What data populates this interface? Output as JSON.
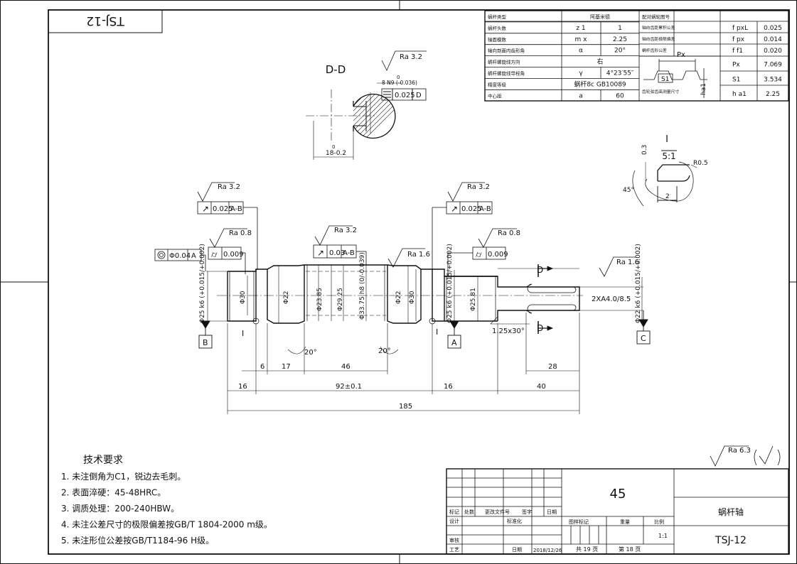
{
  "drawing_no": "TSJ-12",
  "drawing_no_mirrored": "TSJ-12",
  "params": {
    "rows": [
      {
        "label": "蜗杆类型",
        "sym": "",
        "val": "阿基米德",
        "spans": true
      },
      {
        "label": "蜗杆头数",
        "sym": "z 1",
        "val": "1"
      },
      {
        "label": "轴面模数",
        "sym": "m x",
        "val": "2.25"
      },
      {
        "label": "轴向剖面内齿形角",
        "sym": "α",
        "val": "20°"
      },
      {
        "label": "蜗杆螺旋线方向",
        "sym": "右",
        "val": "",
        "spans": true
      },
      {
        "label": "蜗杆螺旋线导程角",
        "sym": "γ",
        "val": "4°23′55″"
      },
      {
        "label": "精度等级",
        "sym": "蜗杆8c GB10089",
        "val": "",
        "spans": true
      },
      {
        "label": "中心距",
        "sym": "a",
        "val": "60"
      }
    ],
    "right_title": "配对蜗轮图号",
    "tolerances": [
      {
        "label": "轴向齿距累积公差",
        "sym": "f pxL",
        "val": "0.025"
      },
      {
        "label": "轴向齿距极限偏差",
        "sym": "f px",
        "val": "0.014"
      },
      {
        "label": "蜗杆齿形公差",
        "sym": "f f1",
        "val": "0.020"
      },
      {
        "label": "",
        "sym": "Px",
        "val": "7.069"
      },
      {
        "label": "",
        "sym": "S1",
        "val": "3.534"
      },
      {
        "label": "齿轮弦齿高测量尺寸",
        "sym": "h a1",
        "val": "2.25"
      }
    ],
    "profile_labels": {
      "px": "Px",
      "s1": "S1",
      "ha": "ha1"
    }
  },
  "section": {
    "title": "D-D",
    "ra": "Ra 3.2",
    "keyway_tol": "8 N9 (-0.036)",
    "keyway_tol_zero": "0",
    "sym_frame": [
      "0.025",
      "D"
    ],
    "depth": "18-0.2",
    "depth_zero": "0"
  },
  "detail": {
    "title": "I",
    "scale": "5:1",
    "r": "R0.5",
    "angle": "45°",
    "h": "0.3",
    "w": "2"
  },
  "frames": {
    "left_runout": {
      "ra": "Ra 3.2",
      "tol": "0.025",
      "ref": "A-B"
    },
    "right_runout": {
      "ra": "Ra 3.2",
      "tol": "0.025",
      "ref": "A-B"
    },
    "left_cyl": {
      "ra": "Ra 0.8",
      "tol": "0.009"
    },
    "right_cyl": {
      "ra": "Ra 0.8",
      "tol": "0.009"
    },
    "coax": {
      "tol": "Φ0.04",
      "ref": "A"
    },
    "mid_runout": {
      "ra": "Ra 3.2",
      "tol": "0.03",
      "ref": "A-B"
    },
    "ra16_a": "Ra 1.6",
    "ra16_b": "Ra 1.6"
  },
  "dims": {
    "d_left": "Φ25 k6 (+0.015/+0.002)",
    "d30": "Φ30",
    "d22a": "Φ22",
    "d2385": "Φ23.85",
    "d2925": "Φ29.25",
    "d3375": "Φ33.75 h8 (0/-0.039)",
    "d22b": "Φ22",
    "d30b": "Φ30",
    "d_right": "Φ25 k6 (+0.015/+0.002)",
    "d2581": "Φ25.81",
    "d_end": "Φ22 k6 (+0.015/+0.002)",
    "keys": "2XA4.0/8.5",
    "chamfer": "1.25x30°",
    "l6": "6",
    "l17": "17",
    "l46": "46",
    "l16a": "16",
    "l92": "92±0.1",
    "l16b": "16",
    "l40": "40",
    "l28": "28",
    "l185": "185",
    "ang1": "20°",
    "ang2": "20°",
    "dsec": "D",
    "datumA": "A",
    "datumB": "B",
    "datumC": "C",
    "detailI1": "I",
    "detailI2": "I"
  },
  "notes": {
    "title": "技术要求",
    "lines": [
      "1. 未注倒角为C1，锐边去毛刺。",
      "2. 表面淬硬：45-48HRC。",
      "3. 调质处理：200-240HBW。",
      "4. 未注公差尺寸的极限偏差按GB/T 1804-2000 m级。",
      "5. 未注形位公差按GB/T1184-96 H级。"
    ]
  },
  "overall_ra": "Ra 6.3",
  "title_block": {
    "material": "45",
    "part_name": "蜗杆轴",
    "code": "TSJ-12",
    "heads": [
      "标记",
      "处数",
      "更改文件号",
      "签字",
      "日期"
    ],
    "designer": "设计",
    "standard": "标准化",
    "review": "审核",
    "process": "工艺",
    "approve": "日期",
    "date": "2018/12/26",
    "stage": "图样标记",
    "weight": "重量",
    "scale": "比例",
    "scale_val": "1:1",
    "sheets": "共 19 页",
    "sheet": "第 18 页"
  }
}
